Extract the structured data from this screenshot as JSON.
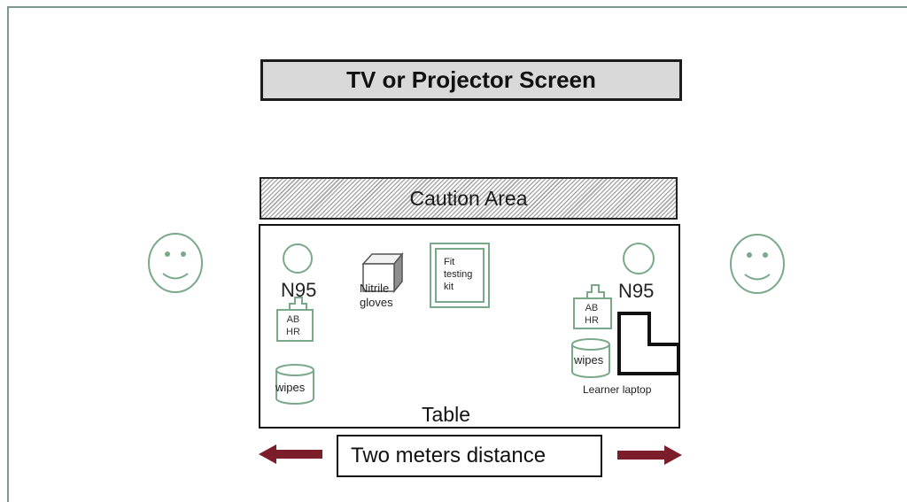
{
  "screen": {
    "label": "TV or Projector Screen"
  },
  "caution": {
    "label": "Caution Area"
  },
  "table": {
    "label": "Table",
    "left": {
      "respirator": "N95",
      "abhr": "AB\nHR",
      "abhr_line1": "AB",
      "abhr_line2": "HR",
      "wipes": "wipes"
    },
    "center": {
      "gloves_line1": "Nitrile",
      "gloves_line2": "gloves",
      "kit_line1": "Fit",
      "kit_line2": "testing",
      "kit_line3": "kit"
    },
    "right": {
      "respirator": "N95",
      "abhr_line1": "AB",
      "abhr_line2": "HR",
      "wipes": "wipes",
      "laptop": "Learner laptop"
    }
  },
  "distance": {
    "label": "Two meters distance"
  },
  "colors": {
    "green": "#7aa98a",
    "arrow": "#7b1e2a",
    "caution_stripe": "#a9a9a9",
    "screen_fill": "#d9d9d9"
  },
  "icons": {
    "person": "smiley-face-icon",
    "arrow": "arrow-icon"
  }
}
